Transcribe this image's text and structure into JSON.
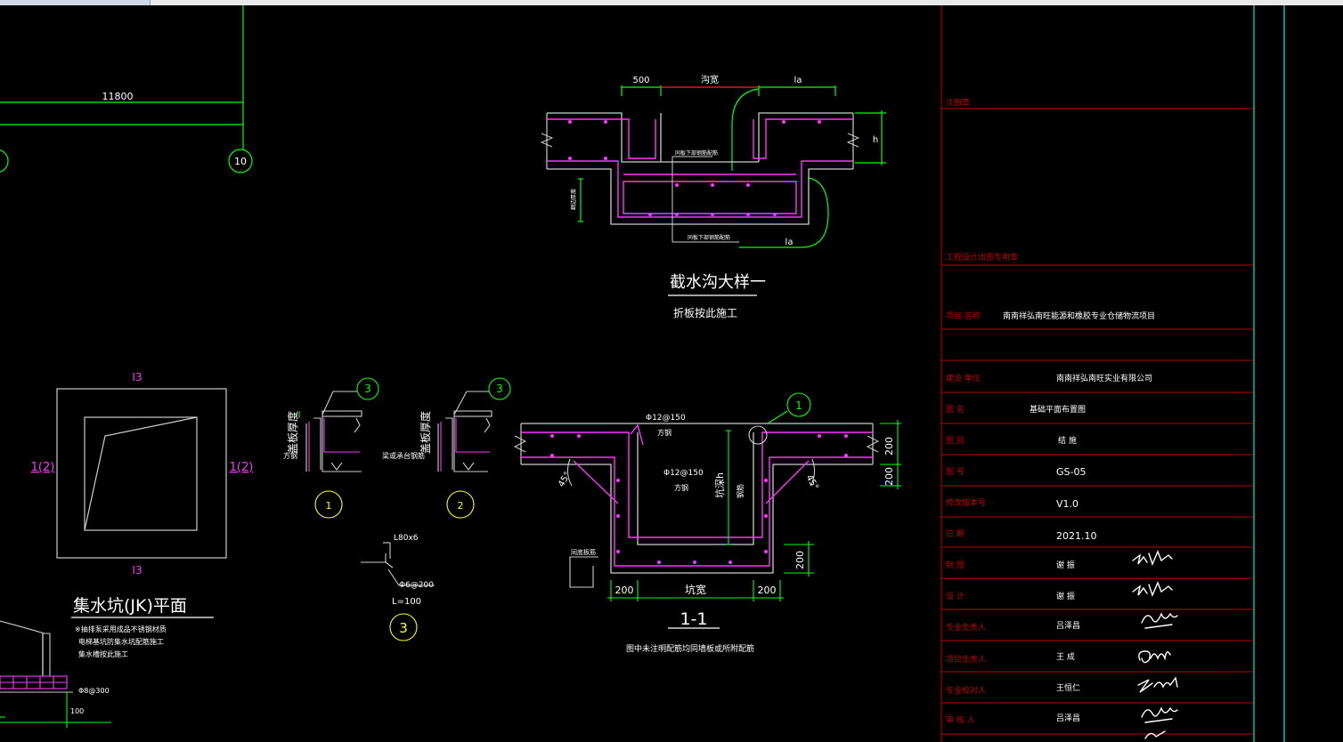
{
  "colors": {
    "background": "#000000",
    "green": "#00ff00",
    "red": "#ff2020",
    "magenta": "#ff33ff",
    "white": "#ffffff",
    "gray": "#bbbbbb",
    "yellow": "#ffff00",
    "cyan": "#00d8d8",
    "frame_red": "#c00000"
  },
  "plan_top": {
    "dimension": "11800",
    "grid_bubble": "10"
  },
  "trench_detail": {
    "dim_left": "500",
    "dim_mid": "沟宽",
    "dim_right": "la",
    "dim_bottom_la": "la",
    "dim_h": "h",
    "note_upper": "同板下部钢筋配筋",
    "note_lower": "同板下部钢筋配筋",
    "note_side": "翻边厚度",
    "title": "截水沟大样一",
    "subtitle": "折板按此施工"
  },
  "pit_plan": {
    "label_top": "I3",
    "label_bottom": "I3",
    "label_left": "1(2)",
    "label_right": "1(2)",
    "title": "集水坑(JK)平面",
    "notes": [
      "※抽排泵采用成品不锈钢材质",
      "电梯基坑防集水坑配筋施工",
      "集水槽按此施工"
    ]
  },
  "detail1": {
    "bubble": "3",
    "label_v": "盖板厚度",
    "label_h": "方钢",
    "number": "1"
  },
  "detail2": {
    "bubble": "3",
    "label_v": "盖板厚度",
    "label_h": "梁或承台钢筋",
    "number": "2"
  },
  "detail3": {
    "angle_label": "L80x6",
    "bar_label": "Φ6@200",
    "length_label": "L=100",
    "number": "3"
  },
  "section": {
    "bubble": "1",
    "rebar_top": "Φ12@150",
    "rebar_top_sub": "方钢",
    "rebar_mid": "Φ12@150",
    "rebar_mid_sub": "方钢",
    "depth_label": "坑深h",
    "side_label": "钢筋",
    "angle_left": "45°",
    "angle_right": "45°",
    "dim_right_top": "200",
    "dim_right_mid": "200",
    "dim_bottom_right_v": "200",
    "dim_left": "200",
    "dim_width": "坑宽",
    "dim_right": "200",
    "bottom_rebar_label": "同底板筋",
    "title": "1-1",
    "caption": "图中未注明配筋均同墙板或所附配筋"
  },
  "left_bottom": {
    "rebar": "Φ8@300",
    "dim": "100"
  },
  "title_block": {
    "row_notes": "注册章",
    "row_seal": "工程设计出图专用章",
    "project_label": "项目  名称",
    "project_value": "南南祥弘南旺能源和橡胶专业仓储物流项目",
    "client_label": "建设  单位",
    "client_value": "南南祥弘南旺实业有限公司",
    "drawing_label": "图    名",
    "drawing_value": "基础平面布置图",
    "category_label": "图    别",
    "category_value": "结 施",
    "number_label": "图    号",
    "number_value": "GS-05",
    "version_label": "修改版本号",
    "version_value": "V1.0",
    "date_label": "日    期",
    "date_value": "2021.10",
    "draw_label": "制    图",
    "draw_value": "谢  振",
    "design_label": "设    计",
    "design_value": "谢  振",
    "lead_label": "专业负责人",
    "lead_value": "吕泽昌",
    "pm_label": "项目负责人",
    "pm_value": "王  成",
    "check_label": "专业校对人",
    "check_value": "王恒仁",
    "review_label": "审  核  人",
    "review_value": "吕泽昌"
  }
}
